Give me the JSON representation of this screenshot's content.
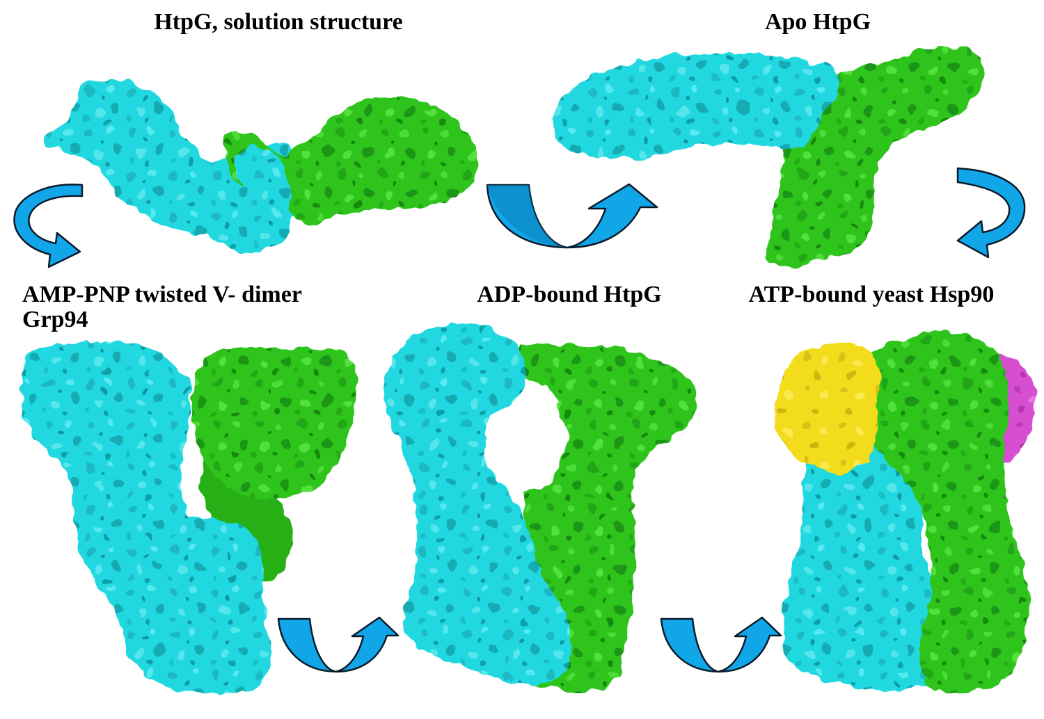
{
  "labels": {
    "solution": "HtpG, solution structure",
    "apo": "Apo HtpG",
    "ampPnp_line1": "AMP-PNP twisted V- dimer",
    "ampPnp_line2": "Grp94",
    "adp": "ADP-bound HtpG",
    "atp": "ATP-bound yeast Hsp90"
  },
  "colors": {
    "protomer_a": "#22d8e0",
    "protomer_b": "#2fc41e",
    "cochaperone_yellow": "#f2dc1e",
    "cochaperone_magenta": "#d64fd0",
    "arrow_fill": "#11a6e8",
    "arrow_stroke": "#0a1a2a"
  },
  "structures": [
    {
      "id": "solution",
      "chains": [
        "protomer_a",
        "protomer_b"
      ]
    },
    {
      "id": "apo",
      "chains": [
        "protomer_a",
        "protomer_b"
      ]
    },
    {
      "id": "amp-pnp",
      "chains": [
        "protomer_a",
        "protomer_b"
      ]
    },
    {
      "id": "adp",
      "chains": [
        "protomer_a",
        "protomer_b"
      ]
    },
    {
      "id": "atp",
      "chains": [
        "protomer_a",
        "protomer_b",
        "cochaperone_yellow",
        "cochaperone_magenta"
      ]
    }
  ],
  "arrows": [
    {
      "id": "solution-to-amp",
      "icon": "curved-arrow-icon"
    },
    {
      "id": "solution-to-apo",
      "icon": "u-turn-arrow-icon"
    },
    {
      "id": "apo-to-atp",
      "icon": "curved-arrow-icon"
    },
    {
      "id": "amp-to-adp",
      "icon": "u-turn-arrow-icon"
    },
    {
      "id": "adp-to-atp",
      "icon": "u-turn-arrow-icon"
    }
  ]
}
